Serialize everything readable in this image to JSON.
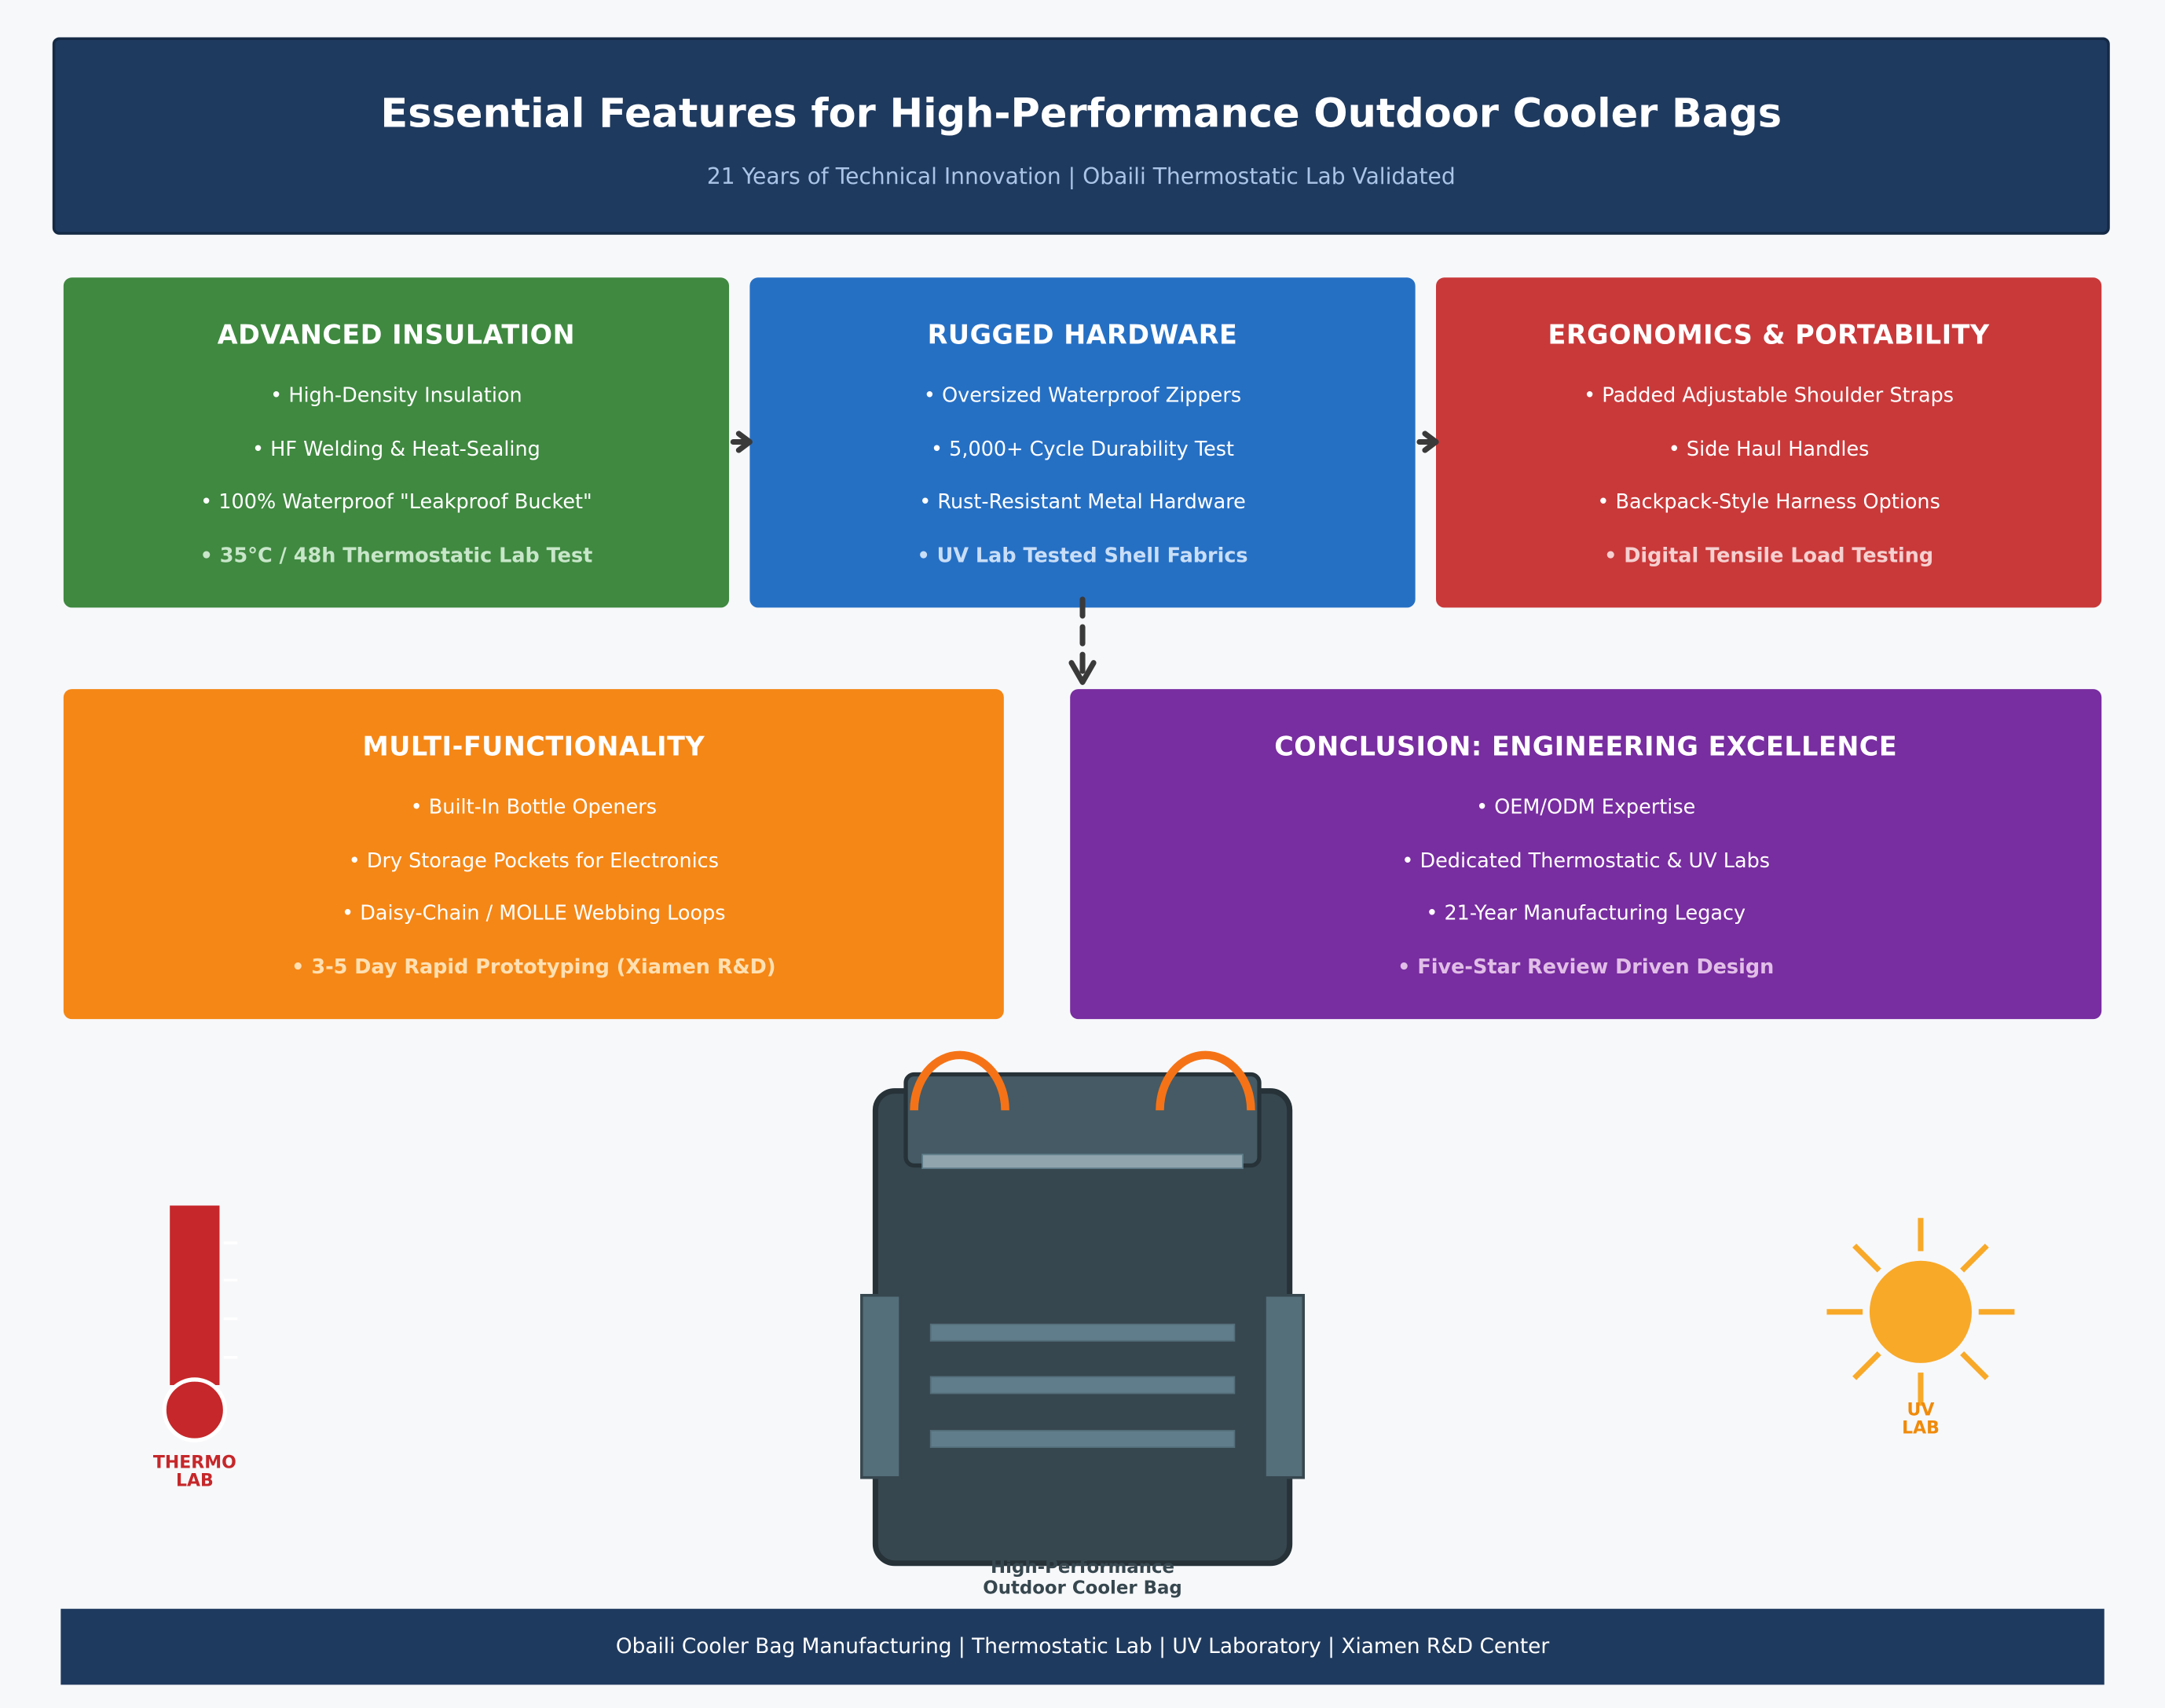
{
  "header": {
    "title": "Essential Features for High-Performance Outdoor Cooler Bags",
    "subtitle": "21 Years of Technical Innovation | Obaili Thermostatic Lab Validated"
  },
  "colors": {
    "navy": "#1f3a5f",
    "insulation": "#3f8940",
    "hardware": "#2670c4",
    "ergonomics": "#c9393a",
    "multifunction": "#f58716",
    "conclusion": "#782da0",
    "handle_orange": "#f57316",
    "thermo_red": "#c6272a",
    "uv_sun": "#f8a928"
  },
  "features": {
    "insulation": {
      "title": "ADVANCED INSULATION",
      "items": [
        "• High-Density Insulation",
        "• HF Welding & Heat-Sealing",
        "• 100% Waterproof \"Leakproof Bucket\"",
        "• 35°C / 48h Thermostatic Lab Test"
      ]
    },
    "hardware": {
      "title": "RUGGED HARDWARE",
      "items": [
        "• Oversized Waterproof Zippers",
        "• 5,000+ Cycle Durability Test",
        "• Rust-Resistant Metal Hardware",
        "• UV Lab Tested Shell Fabrics"
      ]
    },
    "ergonomics": {
      "title": "ERGONOMICS & PORTABILITY",
      "items": [
        "• Padded Adjustable Shoulder Straps",
        "• Side Haul Handles",
        "• Backpack-Style Harness Options",
        "• Digital Tensile Load Testing"
      ]
    },
    "multifunction": {
      "title": "MULTI-FUNCTIONALITY",
      "items": [
        "• Built-In Bottle Openers",
        "• Dry Storage Pockets for Electronics",
        "• Daisy-Chain / MOLLE Webbing Loops",
        "• 3-5 Day Rapid Prototyping (Xiamen R&D)"
      ]
    },
    "conclusion": {
      "title": "CONCLUSION: ENGINEERING EXCELLENCE",
      "items": [
        "• OEM/ODM Expertise",
        "• Dedicated Thermostatic & UV Labs",
        "• 21-Year Manufacturing Legacy",
        "• Five-Star Review Driven Design"
      ]
    }
  },
  "illustrations": {
    "thermo_label": [
      "THERMO",
      "LAB"
    ],
    "uv_label": [
      "UV",
      "LAB"
    ],
    "bag_caption": [
      "High-Performance",
      "Outdoor Cooler Bag"
    ],
    "icons": [
      "thermometer-icon",
      "cooler-bag-icon",
      "sun-icon"
    ]
  },
  "footer": {
    "text": "Obaili Cooler Bag Manufacturing | Thermostatic Lab | UV Laboratory | Xiamen R&D Center"
  }
}
